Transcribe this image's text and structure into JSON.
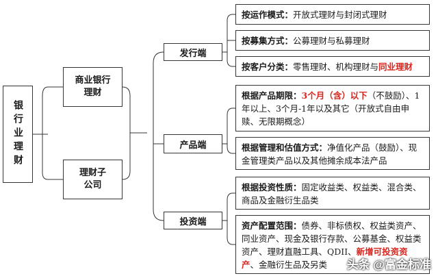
{
  "root": {
    "label": "银行业理财"
  },
  "branches": [
    {
      "label": "商业银行理财"
    },
    {
      "label": "理财子公司"
    }
  ],
  "stages": [
    {
      "label": "发行端"
    },
    {
      "label": "产品端"
    },
    {
      "label": "投资端"
    }
  ],
  "leaves": {
    "op_mode": {
      "head": "按运作模式：",
      "body": "开放式理财与封闭式理财"
    },
    "raise": {
      "head": "按募集方式：",
      "body": "公募理财与私募理财"
    },
    "client": {
      "head": "按客户分类：",
      "body": "零售理财、机构理财与",
      "highlight": "同业理财"
    },
    "term": {
      "head": "根据产品期限：",
      "highlight": "3个月（含）以下",
      "body": "（不鼓励）、1年以上、3个月-1年以及其它（开放式自由申赎、无限期概念）"
    },
    "valuation": {
      "head": "根据管理和估值方式：",
      "body": "净值化产品（鼓励）、现金管理类产品以及其他摊余成本法产品"
    },
    "invest": {
      "head": "根据投资性质：",
      "body": "固定收益类、权益类、混合类、商品及金融衍生品类"
    },
    "alloc": {
      "head": "资产配置范围：",
      "body": "债券、非标债权、权益类资产、同业资产、现金及银行存款、公募基金、权益类资产、理财直融工具、QDII、",
      "highlight": "新增可投资资产",
      "body_end": "、金融衍生品及另类"
    }
  },
  "watermark": "头条 @富金标准",
  "colors": {
    "highlight": "#d7261e",
    "border": "#333333"
  }
}
